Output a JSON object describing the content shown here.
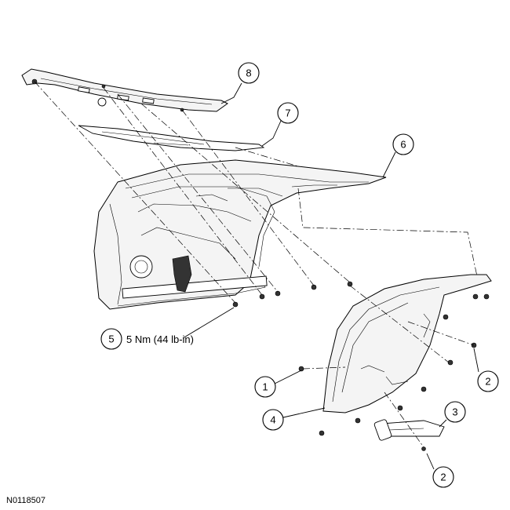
{
  "figure_id": "N0118507",
  "callouts": [
    {
      "id": "1",
      "label": "1"
    },
    {
      "id": "2a",
      "label": "2"
    },
    {
      "id": "2b",
      "label": "2"
    },
    {
      "id": "3",
      "label": "3"
    },
    {
      "id": "4",
      "label": "4"
    },
    {
      "id": "5",
      "label": "5"
    },
    {
      "id": "6",
      "label": "6"
    },
    {
      "id": "7",
      "label": "7"
    },
    {
      "id": "8",
      "label": "8"
    }
  ],
  "torque_spec": "5 Nm (44 lb-in)"
}
